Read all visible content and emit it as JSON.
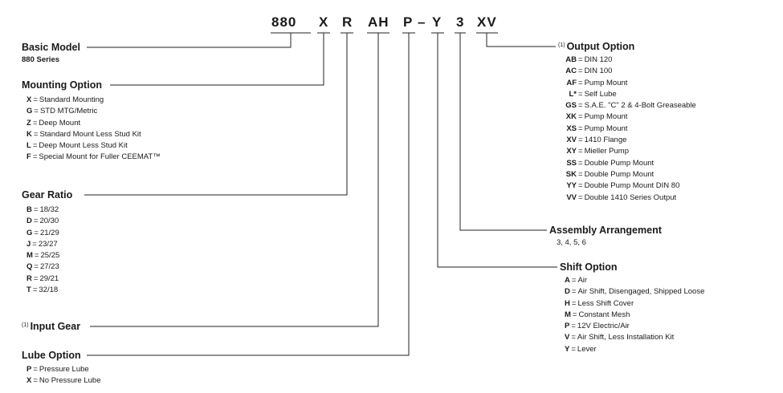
{
  "model_code": [
    {
      "id": "basic",
      "text": "880"
    },
    {
      "id": "mounting",
      "text": "X"
    },
    {
      "id": "ratio",
      "text": "R"
    },
    {
      "id": "input",
      "text": "AH"
    },
    {
      "id": "lube",
      "text": "P"
    },
    {
      "id": "dash",
      "text": "–"
    },
    {
      "id": "shift",
      "text": "Y"
    },
    {
      "id": "assembly",
      "text": "3"
    },
    {
      "id": "output",
      "text": "XV"
    }
  ],
  "footnote_mark": "(1)",
  "eq": "=",
  "basic_model": {
    "title": "Basic Model",
    "subtitle": "880 Series"
  },
  "mounting_option": {
    "title": "Mounting Option",
    "items": [
      {
        "k": "X",
        "v": "Standard Mounting"
      },
      {
        "k": "G",
        "v": "STD MTG/Metric"
      },
      {
        "k": "Z",
        "v": "Deep Mount"
      },
      {
        "k": "K",
        "v": "Standard Mount Less Stud Kit"
      },
      {
        "k": "L",
        "v": "Deep Mount Less Stud Kit"
      },
      {
        "k": "F",
        "v": "Special Mount for Fuller CEEMAT™"
      }
    ]
  },
  "gear_ratio": {
    "title": "Gear Ratio",
    "items": [
      {
        "k": "B",
        "v": "18/32"
      },
      {
        "k": "D",
        "v": "20/30"
      },
      {
        "k": "G",
        "v": "21/29"
      },
      {
        "k": "J",
        "v": "23/27"
      },
      {
        "k": "M",
        "v": "25/25"
      },
      {
        "k": "Q",
        "v": "27/23"
      },
      {
        "k": "R",
        "v": "29/21"
      },
      {
        "k": "T",
        "v": "32/18"
      }
    ]
  },
  "input_gear": {
    "title": "Input Gear"
  },
  "lube_option": {
    "title": "Lube Option",
    "items": [
      {
        "k": "P",
        "v": "Pressure Lube"
      },
      {
        "k": "X",
        "v": "No Pressure Lube"
      }
    ]
  },
  "output_option": {
    "title": "Output Option",
    "items": [
      {
        "k": "AB",
        "v": "DIN 120"
      },
      {
        "k": "AC",
        "v": "DIN 100"
      },
      {
        "k": "AF",
        "v": "Pump Mount"
      },
      {
        "k": "L*",
        "v": "Self Lube"
      },
      {
        "k": "GS",
        "v": "S.A.E. \"C\" 2 & 4-Bolt Greaseable"
      },
      {
        "k": "XK",
        "v": "Pump Mount"
      },
      {
        "k": "XS",
        "v": "Pump Mount"
      },
      {
        "k": "XV",
        "v": "1410 Flange"
      },
      {
        "k": "XY",
        "v": "Mieller Pump"
      },
      {
        "k": "SS",
        "v": "Double Pump Mount"
      },
      {
        "k": "SK",
        "v": "Double Pump Mount"
      },
      {
        "k": "YY",
        "v": "Double Pump Mount DIN 80"
      },
      {
        "k": "VV",
        "v": "Double 1410 Series Output"
      }
    ]
  },
  "assembly_arrangement": {
    "title": "Assembly Arrangement",
    "values": "3, 4, 5, 6"
  },
  "shift_option": {
    "title": "Shift Option",
    "items": [
      {
        "k": "A",
        "v": "Air"
      },
      {
        "k": "D",
        "v": "Air Shift, Disengaged, Shipped Loose"
      },
      {
        "k": "H",
        "v": "Less Shift Cover"
      },
      {
        "k": "M",
        "v": "Constant Mesh"
      },
      {
        "k": "P",
        "v": "12V Electric/Air"
      },
      {
        "k": "V",
        "v": "Air Shift, Less Installation Kit"
      },
      {
        "k": "Y",
        "v": "Lever"
      }
    ]
  }
}
